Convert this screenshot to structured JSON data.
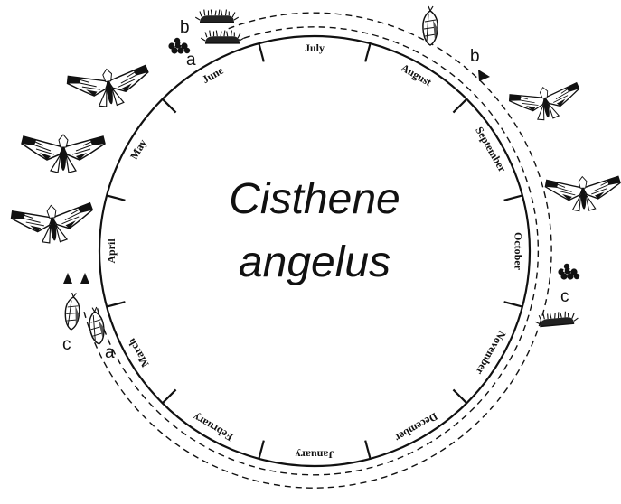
{
  "species_title": {
    "line1": "Cisthene",
    "line2": "angelus"
  },
  "months": [
    "January",
    "February",
    "March",
    "April",
    "May",
    "June",
    "July",
    "August",
    "September",
    "October",
    "November",
    "December"
  ],
  "markers": {
    "a_top": "a",
    "b_top": "b",
    "b_right": "b",
    "c_right": "c",
    "a_left": "a",
    "c_left": "c"
  },
  "icons": {
    "moth": "moth-icon",
    "eggs": "egg-cluster-icon",
    "caterpillar": "caterpillar-icon",
    "pupa": "pupa-icon"
  },
  "colors": {
    "ink": "#111111",
    "background": "#ffffff"
  }
}
